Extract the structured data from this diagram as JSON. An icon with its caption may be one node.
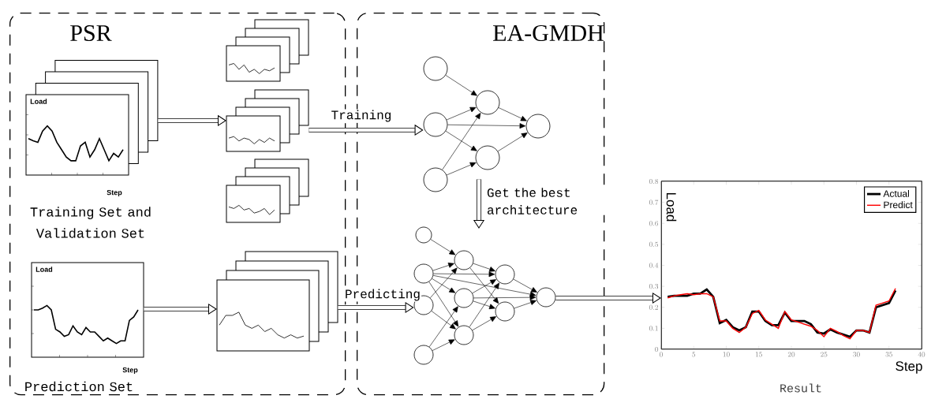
{
  "diagram": {
    "nodes": [
      {
        "text": [
          "PSR"
        ]
      },
      {
        "text": [
          "EA-GMDH"
        ]
      },
      {
        "text": [
          "Load",
          "Step"
        ],
        "beside": [
          "Training Set and Validation Set"
        ],
        "in": 0
      },
      {
        "text": [
          "Load",
          "Step"
        ],
        "beside": [
          "Prediction Set"
        ],
        "in": 0
      },
      {
        "text": [],
        "shape": "box",
        "in": 0
      },
      {
        "text": [],
        "shape": "box",
        "in": 0
      },
      {
        "text": [],
        "shape": "box",
        "in": 0
      },
      {
        "text": [],
        "shape": "box",
        "in": 0
      },
      {
        "text": [],
        "shape": "circle",
        "in": 1
      },
      {
        "text": [],
        "shape": "circle",
        "in": 1
      },
      {
        "text": [],
        "shape": "circle",
        "in": 1
      },
      {
        "text": [],
        "shape": "circle",
        "in": 1
      },
      {
        "text": [],
        "shape": "circle",
        "in": 1
      },
      {
        "text": [],
        "shape": "circle",
        "in": 1
      },
      {
        "text": [],
        "shape": "circle",
        "in": 1
      },
      {
        "text": [],
        "shape": "circle",
        "in": 1
      },
      {
        "text": [],
        "shape": "circle",
        "in": 1
      },
      {
        "text": [],
        "shape": "circle",
        "in": 1
      },
      {
        "text": [],
        "shape": "circle",
        "in": 1
      },
      {
        "text": [],
        "shape": "circle",
        "in": 1
      },
      {
        "text": [],
        "shape": "circle",
        "in": 1
      },
      {
        "text": [],
        "shape": "circle",
        "in": 1
      },
      {
        "text": [],
        "shape": "circle",
        "in": 1
      },
      {
        "text": [],
        "shape": "circle",
        "in": 1
      },
      {
        "text": [],
        "shape": "box",
        "beside": [
          "Result"
        ]
      }
    ],
    "edges": [
      {
        "from": 2,
        "to": 5,
        "arrow": "to",
        "style": "thick"
      },
      {
        "from": 3,
        "to": 7,
        "arrow": "to",
        "style": "thick"
      },
      {
        "from": 5,
        "to": 9,
        "arrow": "to",
        "style": "thick",
        "label": "Training"
      },
      {
        "from": 7,
        "to": 16,
        "arrow": "to",
        "style": "thick",
        "label": "Predicting"
      },
      {
        "from": 12,
        "to": null,
        "arrow": "to",
        "style": "thick",
        "label": "Get the best architecture"
      },
      {
        "from": 23,
        "to": 24,
        "arrow": "to",
        "style": "thick"
      },
      {
        "from": 8,
        "to": 11,
        "arrow": "to"
      },
      {
        "from": 9,
        "to": 11,
        "arrow": "to"
      },
      {
        "from": 9,
        "to": 12,
        "arrow": "to"
      },
      {
        "from": 9,
        "to": 13,
        "arrow": "to"
      },
      {
        "from": 10,
        "to": 11,
        "arrow": "to"
      },
      {
        "from": 10,
        "to": 12,
        "arrow": "to"
      },
      {
        "from": 11,
        "to": 13,
        "arrow": "to"
      },
      {
        "from": 12,
        "to": 13,
        "arrow": "to"
      },
      {
        "from": 14,
        "to": 18,
        "arrow": "to"
      },
      {
        "from": 15,
        "to": 18,
        "arrow": "to"
      },
      {
        "from": 15,
        "to": 19,
        "arrow": "to"
      },
      {
        "from": 15,
        "to": 20,
        "arrow": "to"
      },
      {
        "from": 15,
        "to": 21,
        "arrow": "to"
      },
      {
        "from": 15,
        "to": 23,
        "arrow": "to"
      },
      {
        "from": 16,
        "to": 18,
        "arrow": "to"
      },
      {
        "from": 16,
        "to": 20,
        "arrow": "to"
      },
      {
        "from": 17,
        "to": 19,
        "arrow": "to"
      },
      {
        "from": 17,
        "to": 20,
        "arrow": "to"
      },
      {
        "from": 18,
        "to": 21,
        "arrow": "to"
      },
      {
        "from": 18,
        "to": 22,
        "arrow": "to"
      },
      {
        "from": 19,
        "to": 21,
        "arrow": "to"
      },
      {
        "from": 19,
        "to": 22,
        "arrow": "to"
      },
      {
        "from": 19,
        "to": 23,
        "arrow": "to"
      },
      {
        "from": 20,
        "to": 21,
        "arrow": "to"
      },
      {
        "from": 20,
        "to": 22,
        "arrow": "to"
      },
      {
        "from": 21,
        "to": 23,
        "arrow": "to"
      },
      {
        "from": 22,
        "to": 23,
        "arrow": "to"
      }
    ],
    "chart_data": {
      "type": "line",
      "xlabel": "Step",
      "ylabel": "Load",
      "x": [
        1,
        2,
        3,
        4,
        5,
        6,
        7,
        8,
        9,
        10,
        11,
        12,
        13,
        14,
        15,
        16,
        17,
        18,
        19,
        20,
        21,
        22,
        23,
        24,
        25,
        26,
        27,
        28,
        29,
        30,
        31,
        32,
        33,
        34,
        35,
        36
      ],
      "series": [
        {
          "name": "Actual",
          "color": "#000000",
          "values": [
            0.25,
            0.255,
            0.255,
            0.255,
            0.265,
            0.265,
            0.285,
            0.25,
            0.125,
            0.14,
            0.105,
            0.09,
            0.105,
            0.18,
            0.18,
            0.135,
            0.115,
            0.115,
            0.175,
            0.135,
            0.135,
            0.135,
            0.12,
            0.08,
            0.075,
            0.095,
            0.08,
            0.07,
            0.06,
            0.09,
            0.09,
            0.08,
            0.2,
            0.21,
            0.22,
            0.28
          ]
        },
        {
          "name": "Predict",
          "color": "#ff0000",
          "values": [
            0.245,
            0.255,
            0.26,
            0.265,
            0.26,
            0.265,
            0.265,
            0.25,
            0.135,
            0.135,
            0.1,
            0.08,
            0.105,
            0.17,
            0.185,
            0.14,
            0.12,
            0.1,
            0.18,
            0.14,
            0.13,
            0.12,
            0.11,
            0.09,
            0.06,
            0.1,
            0.085,
            0.065,
            0.05,
            0.09,
            0.09,
            0.08,
            0.21,
            0.22,
            0.23,
            0.29
          ]
        }
      ],
      "legend": "upper right",
      "xlim": [
        0,
        40
      ],
      "ylim": [
        0,
        0.8
      ],
      "xticks": [
        0,
        5,
        10,
        15,
        20,
        25,
        30,
        35,
        40
      ],
      "yticks": [
        0,
        0.1,
        0.2,
        0.3,
        0.4,
        0.5,
        0.6,
        0.7,
        0.8
      ]
    }
  }
}
